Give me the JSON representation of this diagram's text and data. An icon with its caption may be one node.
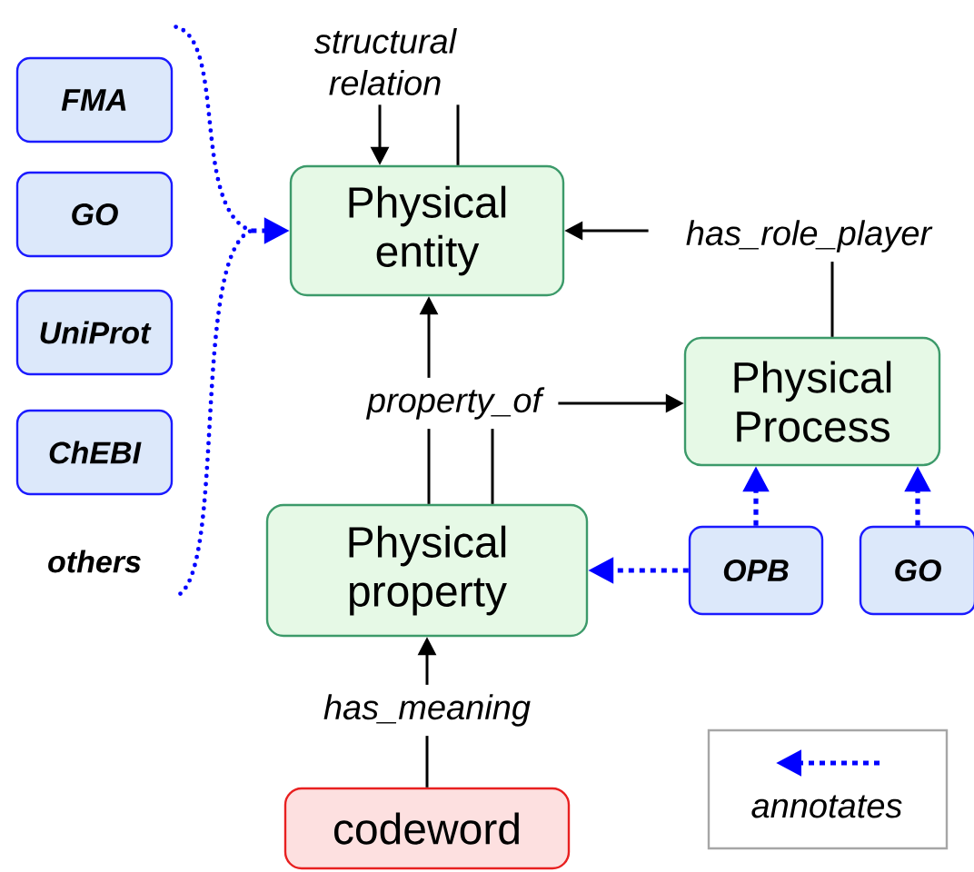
{
  "diagram": {
    "nodes": [
      {
        "text": [
          "FMA"
        ]
      },
      {
        "text": [
          "GO"
        ]
      },
      {
        "text": [
          "UniProt"
        ]
      },
      {
        "text": [
          "ChEBI"
        ]
      },
      {
        "text": [
          "others"
        ]
      },
      {
        "text": [
          "Physical entity"
        ]
      },
      {
        "text": [
          "Physical Process"
        ]
      },
      {
        "text": [
          "Physical property"
        ]
      },
      {
        "text": [
          "OPB"
        ]
      },
      {
        "text": [
          "GO"
        ]
      },
      {
        "text": [
          "codeword"
        ]
      },
      {
        "text": [
          "structural relation"
        ]
      },
      {
        "text": [
          "has_role_player"
        ]
      },
      {
        "text": [
          "property_of"
        ]
      },
      {
        "text": [
          "has_meaning"
        ]
      },
      {
        "text": [],
        "shape": "brace"
      }
    ],
    "edges": [
      {
        "from": 5,
        "to": 11,
        "arrow": "none"
      },
      {
        "from": 11,
        "to": 5,
        "arrow": "to"
      },
      {
        "from": 6,
        "to": 12,
        "arrow": "none"
      },
      {
        "from": 12,
        "to": 5,
        "arrow": "to"
      },
      {
        "from": 7,
        "to": 13,
        "arrow": "none"
      },
      {
        "from": 7,
        "to": 13,
        "arrow": "none"
      },
      {
        "from": 13,
        "to": 5,
        "arrow": "to"
      },
      {
        "from": 13,
        "to": 6,
        "arrow": "to"
      },
      {
        "from": 10,
        "to": 14,
        "arrow": "none"
      },
      {
        "from": 14,
        "to": 7,
        "arrow": "to"
      },
      {
        "from": 15,
        "to": 5,
        "arrow": "to",
        "style": "dashed",
        "color": "#0000ff"
      },
      {
        "from": 8,
        "to": 7,
        "arrow": "to",
        "style": "dashed",
        "color": "#0000ff"
      },
      {
        "from": 8,
        "to": 6,
        "arrow": "to",
        "style": "dashed",
        "color": "#0000ff"
      },
      {
        "from": 9,
        "to": 6,
        "arrow": "to",
        "style": "dashed",
        "color": "#0000ff"
      }
    ],
    "legend": [
      {
        "text": "annotates"
      }
    ]
  }
}
